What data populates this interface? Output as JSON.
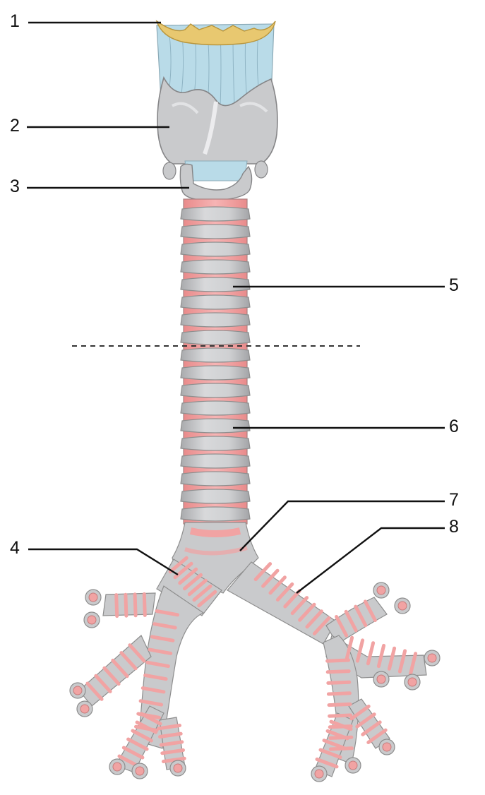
{
  "labels": {
    "l1": "1",
    "l2": "2",
    "l3": "3",
    "l4": "4",
    "l5": "5",
    "l6": "6",
    "l7": "7",
    "l8": "8"
  },
  "colors": {
    "cartilage": "#c9cacc",
    "cartilage_dark": "#9a9a9c",
    "mucosa": "#f1a3a3",
    "membrane": "#b9dbe8",
    "epiglottis": "#e8c870",
    "line": "#111111"
  }
}
